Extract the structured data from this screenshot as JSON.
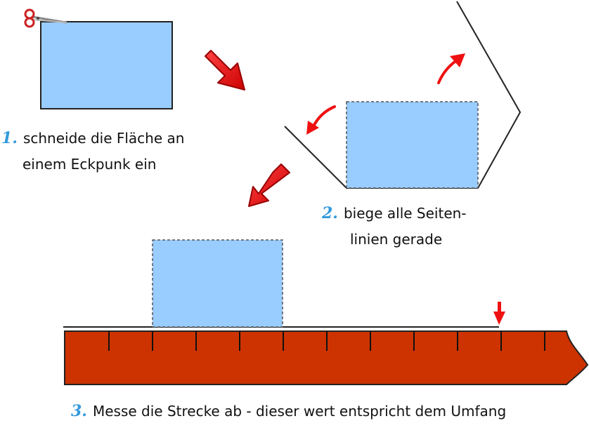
{
  "steps": [
    {
      "number": "1.",
      "lines": [
        "schneide die Fläche an",
        "einem Eckpunk ein"
      ]
    },
    {
      "number": "2.",
      "lines": [
        "biege alle Seiten-",
        "linien gerade"
      ]
    },
    {
      "number": "3.",
      "lines": [
        "Messe die Strecke ab - dieser wert entspricht dem Umfang"
      ]
    }
  ],
  "colors": {
    "shape_fill": "#99ccff",
    "step_number": "#3399dd",
    "arrow_fill": "#ee1111",
    "arrow_stroke": "#990000",
    "ruler_fill": "#cc3300",
    "curved_arrow": "#ee1111",
    "marker_arrow": "#ee1111"
  },
  "icons": {
    "scissors": "scissors-icon",
    "measure_marker": "down-arrow-icon"
  },
  "ruler": {
    "tick_count": 11
  }
}
